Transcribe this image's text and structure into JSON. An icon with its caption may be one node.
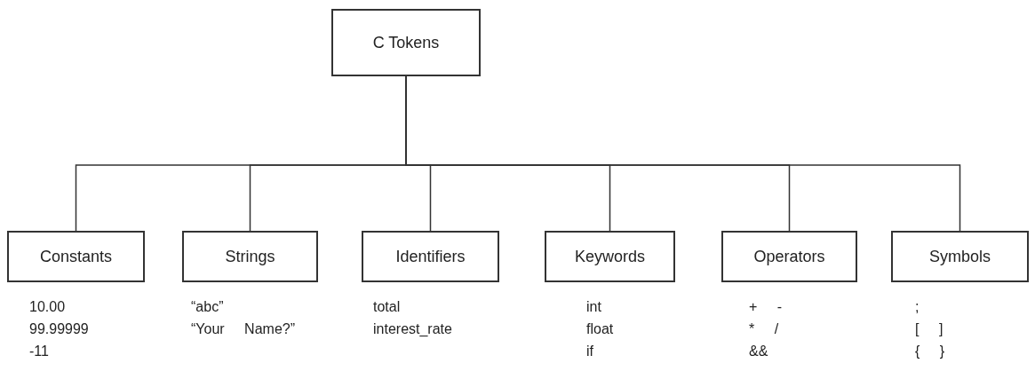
{
  "diagram": {
    "nodes": [
      {
        "text": [
          "C Tokens"
        ]
      },
      {
        "text": [
          "Constants"
        ],
        "beside": [
          "10.00",
          "99.99999",
          "-11"
        ]
      },
      {
        "text": [
          "Strings"
        ],
        "beside": [
          "“abc”",
          "“Your Name?”"
        ]
      },
      {
        "text": [
          "Identifiers"
        ],
        "beside": [
          "total",
          "interest_rate"
        ]
      },
      {
        "text": [
          "Keywords"
        ],
        "beside": [
          "int",
          "float",
          "if"
        ]
      },
      {
        "text": [
          "Operators"
        ],
        "beside": [
          "+ -",
          "* /",
          "&&"
        ]
      },
      {
        "text": [
          "Symbols"
        ],
        "beside": [
          ";",
          "[ ]",
          "{ }"
        ]
      }
    ],
    "edges": [
      {
        "from": 0,
        "to": 1,
        "arrow": "none"
      },
      {
        "from": 0,
        "to": 2,
        "arrow": "none"
      },
      {
        "from": 0,
        "to": 3,
        "arrow": "none"
      },
      {
        "from": 0,
        "to": 4,
        "arrow": "none"
      },
      {
        "from": 0,
        "to": 5,
        "arrow": "none"
      },
      {
        "from": 0,
        "to": 6,
        "arrow": "none"
      }
    ]
  }
}
